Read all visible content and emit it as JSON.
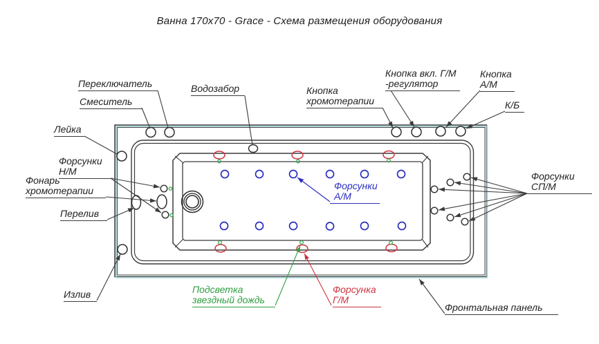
{
  "title": "Ванна 170х70 - Grace - Схема размещения оборудования",
  "colors": {
    "line": "#3b3b3b",
    "panel_edge_teal": "#a8d2d6",
    "am_blue": "#2a2fbe",
    "gm_red": "#cc3340",
    "star_rain_green": "#2f9e41"
  },
  "labels": {
    "switch": "Переключатель",
    "mixer": "Смеситель",
    "water_intake": "Водозабор",
    "shower_head": "Лейка",
    "nozzles_nm": "Форсунки\nН/М",
    "chromo_lamp": "Фонарь\nхромотерапии",
    "overflow": "Перелив",
    "spout": "Излив",
    "chromo_button": "Кнопка\nхромотерапии",
    "gm_on_button": "Кнопка вкл. Г/М\n-регулятор",
    "am_button": "Кнопка\nА/М",
    "kb": "К/Б",
    "nozzles_spm": "Форсунки\nСП/М",
    "nozzles_am": "Форсунки\nА/М",
    "star_rain": "Подсветка\nзвездный дождь",
    "nozzle_gm": "Форсунка\nГ/М",
    "front_panel": "Фронтальная панель"
  }
}
